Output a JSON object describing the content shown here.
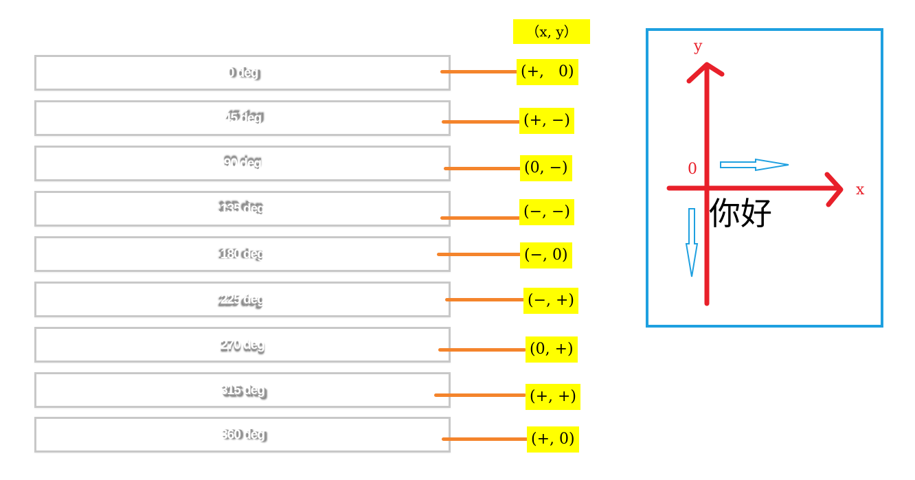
{
  "header": {
    "label": "（x, y）"
  },
  "rows": [
    {
      "text": "0 deg",
      "coord": "(+,   0)"
    },
    {
      "text": "45 deg",
      "coord": "(+, −)"
    },
    {
      "text": "90 deg",
      "coord": "(0, −)"
    },
    {
      "text": "135 deg",
      "coord": "(−, −)"
    },
    {
      "text": "180 deg",
      "coord": "(−, 0)"
    },
    {
      "text": "225 deg",
      "coord": "(−, +)"
    },
    {
      "text": "270 deg",
      "coord": "(0, +)"
    },
    {
      "text": "315 deg",
      "coord": "(+, +)"
    },
    {
      "text": "360 deg",
      "coord": "(+, 0)"
    }
  ],
  "axes": {
    "y_label": "y",
    "x_label": "x",
    "origin_label": "0",
    "hello_text": "你好"
  },
  "colors": {
    "connector": "#f4842c",
    "highlight": "#ffff00",
    "axis": "#e8202a",
    "panel_border": "#1ea0e0",
    "box_border": "#c8c8c8"
  }
}
